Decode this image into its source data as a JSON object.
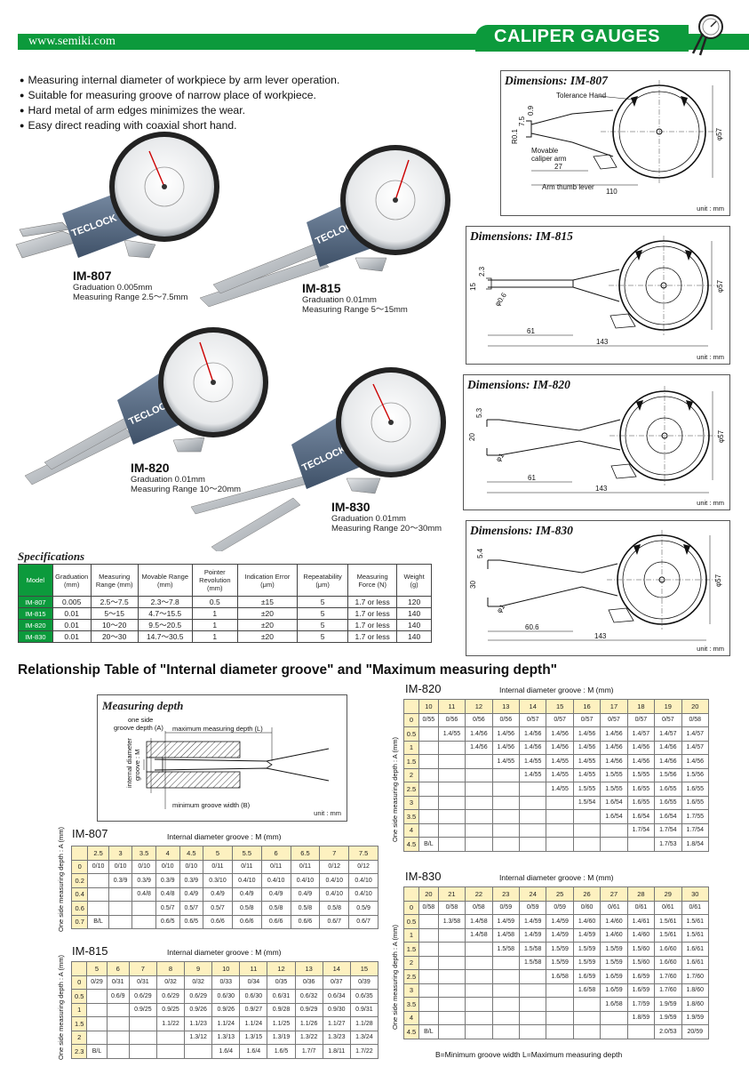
{
  "header": {
    "url": "www.semiki.com",
    "section_title": "CALIPER GAUGES",
    "brand_color": "#0c9a3c",
    "logo_icon": "caliper-gauge-icon"
  },
  "features": [
    "Measuring internal diameter of workpiece by arm lever operation.",
    "Suitable for measuring groove of narrow place of workpiece.",
    "Hard metal of arm edges minimizes the wear.",
    "Easy direct reading with coaxial short hand."
  ],
  "products": [
    {
      "model": "IM-807",
      "graduation": "Graduation 0.005mm",
      "range": "Measuring Range 2.5～7.5mm",
      "brand": "TECLOCK"
    },
    {
      "model": "IM-815",
      "graduation": "Graduation 0.01mm",
      "range": "Measuring Range 5～15mm",
      "brand": "TECLOCK"
    },
    {
      "model": "IM-820",
      "graduation": "Graduation 0.01mm",
      "range": "Measuring Range 10～20mm",
      "brand": "TECLOCK"
    },
    {
      "model": "IM-830",
      "graduation": "Graduation 0.01mm",
      "range": "Measuring Range 20～30mm",
      "brand": "TECLOCK"
    }
  ],
  "dimensions": {
    "unit": "unit : mm",
    "im807": {
      "title": "Dimensions: IM-807",
      "tolerance_hand": "Tolerance Hand",
      "movable_arm_1": "Movable",
      "movable_arm_2": "caliper arm",
      "thumb_lever": "Arm thumb lever",
      "d1": "R0.1",
      "d2": "7.5",
      "d3": "0.9",
      "d4": "27",
      "d5": "110",
      "d6": "φ57"
    },
    "im815": {
      "title": "Dimensions: IM-815",
      "d1": "2.3",
      "d2": "15",
      "d3": "φ0.6",
      "d4": "61",
      "d5": "143",
      "d6": "φ57"
    },
    "im820": {
      "title": "Dimensions: IM-820",
      "d1": "5.3",
      "d2": "20",
      "d3": "φ1",
      "d4": "61",
      "d5": "143",
      "d6": "φ57"
    },
    "im830": {
      "title": "Dimensions: IM-830",
      "d1": "5.4",
      "d2": "30",
      "d3": "φ1",
      "d4": "60.6",
      "d5": "143",
      "d6": "φ57"
    }
  },
  "specifications": {
    "title": "Specifications",
    "headers": [
      "Model",
      "Graduation (mm)",
      "Measuring Range (mm)",
      "Movable Range (mm)",
      "Pointer Revolution (mm)",
      "Indication Error (μm)",
      "Repeatability (μm)",
      "Measuring Force (N)",
      "Weight (g)"
    ],
    "rows": [
      [
        "IM-807",
        "0.005",
        "2.5～7.5",
        "2.3～7.8",
        "0.5",
        "±15",
        "5",
        "1.7 or less",
        "120"
      ],
      [
        "IM-815",
        "0.01",
        "5～15",
        "4.7～15.5",
        "1",
        "±20",
        "5",
        "1.7 or less",
        "140"
      ],
      [
        "IM-820",
        "0.01",
        "10～20",
        "9.5～20.5",
        "1",
        "±20",
        "5",
        "1.7 or less",
        "140"
      ],
      [
        "IM-830",
        "0.01",
        "20～30",
        "14.7～30.5",
        "1",
        "±20",
        "5",
        "1.7 or less",
        "140"
      ]
    ]
  },
  "relationship_title": "Relationship Table of \"Internal diameter groove\" and \"Maximum measuring depth\"",
  "measuring_depth": {
    "title": "Measuring depth",
    "one_side_1": "one side",
    "one_side_2": "groove depth (A)",
    "max_depth": "maximum measuring depth (L)",
    "internal_1": "internal diameter",
    "internal_2": "groove : M",
    "min_width": "minimum groove width (B)",
    "unit": "unit : mm"
  },
  "groove_tables": {
    "x_label": "Internal diameter groove : M (mm)",
    "y_label": "One side measuring depth : A (mm)",
    "im807": {
      "title": "IM-807",
      "cols": [
        "2.5",
        "3",
        "3.5",
        "4",
        "4.5",
        "5",
        "5.5",
        "6",
        "6.5",
        "7",
        "7.5"
      ],
      "rows": [
        {
          "a": "0",
          "v": [
            "0/10",
            "0/10",
            "0/10",
            "0/10",
            "0/10",
            "0/11",
            "0/11",
            "0/11",
            "0/11",
            "0/12",
            "0/12"
          ]
        },
        {
          "a": "0.2",
          "v": [
            "",
            "0.3/9",
            "0.3/9",
            "0.3/9",
            "0.3/9",
            "0.3/10",
            "0.4/10",
            "0.4/10",
            "0.4/10",
            "0.4/10",
            "0.4/10"
          ]
        },
        {
          "a": "0.4",
          "v": [
            "",
            "",
            "0.4/8",
            "0.4/8",
            "0.4/9",
            "0.4/9",
            "0.4/9",
            "0.4/9",
            "0.4/9",
            "0.4/10",
            "0.4/10"
          ]
        },
        {
          "a": "0.6",
          "v": [
            "",
            "",
            "",
            "0.5/7",
            "0.5/7",
            "0.5/7",
            "0.5/8",
            "0.5/8",
            "0.5/8",
            "0.5/8",
            "0.5/9"
          ]
        },
        {
          "a": "0.7",
          "v": [
            "B/L",
            "",
            "",
            "0.6/5",
            "0.6/5",
            "0.6/6",
            "0.6/6",
            "0.6/6",
            "0.6/6",
            "0.6/7",
            "0.6/7"
          ]
        }
      ]
    },
    "im815": {
      "title": "IM-815",
      "cols": [
        "5",
        "6",
        "7",
        "8",
        "9",
        "10",
        "11",
        "12",
        "13",
        "14",
        "15"
      ],
      "rows": [
        {
          "a": "0",
          "v": [
            "0/29",
            "0/31",
            "0/31",
            "0/32",
            "0/32",
            "0/33",
            "0/34",
            "0/35",
            "0/36",
            "0/37",
            "0/39"
          ]
        },
        {
          "a": "0.5",
          "v": [
            "",
            "0.6/9",
            "0.6/29",
            "0.6/29",
            "0.6/29",
            "0.6/30",
            "0.6/30",
            "0.6/31",
            "0.6/32",
            "0.6/34",
            "0.6/35"
          ]
        },
        {
          "a": "1",
          "v": [
            "",
            "",
            "0.9/25",
            "0.9/25",
            "0.9/26",
            "0.9/26",
            "0.9/27",
            "0.9/28",
            "0.9/29",
            "0.9/30",
            "0.9/31"
          ]
        },
        {
          "a": "1.5",
          "v": [
            "",
            "",
            "",
            "1.1/22",
            "1.1/23",
            "1.1/24",
            "1.1/24",
            "1.1/25",
            "1.1/26",
            "1.1/27",
            "1.1/28"
          ]
        },
        {
          "a": "2",
          "v": [
            "",
            "",
            "",
            "",
            "1.3/12",
            "1.3/13",
            "1.3/15",
            "1.3/19",
            "1.3/22",
            "1.3/23",
            "1.3/24"
          ]
        },
        {
          "a": "2.3",
          "v": [
            "B/L",
            "",
            "",
            "",
            "",
            "1.6/4",
            "1.6/4",
            "1.6/5",
            "1.7/7",
            "1.8/11",
            "1.7/22"
          ]
        }
      ]
    },
    "im820": {
      "title": "IM-820",
      "cols": [
        "10",
        "11",
        "12",
        "13",
        "14",
        "15",
        "16",
        "17",
        "18",
        "19",
        "20"
      ],
      "rows": [
        {
          "a": "0",
          "v": [
            "0/55",
            "0/56",
            "0/56",
            "0/56",
            "0/57",
            "0/57",
            "0/57",
            "0/57",
            "0/57",
            "0/57",
            "0/58"
          ]
        },
        {
          "a": "0.5",
          "v": [
            "",
            "1.4/55",
            "1.4/56",
            "1.4/56",
            "1.4/56",
            "1.4/56",
            "1.4/56",
            "1.4/56",
            "1.4/57",
            "1.4/57",
            "1.4/57"
          ]
        },
        {
          "a": "1",
          "v": [
            "",
            "",
            "1.4/56",
            "1.4/56",
            "1.4/56",
            "1.4/56",
            "1.4/56",
            "1.4/56",
            "1.4/56",
            "1.4/56",
            "1.4/57"
          ]
        },
        {
          "a": "1.5",
          "v": [
            "",
            "",
            "",
            "1.4/55",
            "1.4/55",
            "1.4/55",
            "1.4/55",
            "1.4/56",
            "1.4/56",
            "1.4/56",
            "1.4/56"
          ]
        },
        {
          "a": "2",
          "v": [
            "",
            "",
            "",
            "",
            "1.4/55",
            "1.4/55",
            "1.4/55",
            "1.5/55",
            "1.5/55",
            "1.5/56",
            "1.5/56"
          ]
        },
        {
          "a": "2.5",
          "v": [
            "",
            "",
            "",
            "",
            "",
            "1.4/55",
            "1.5/55",
            "1.5/55",
            "1.6/55",
            "1.6/55",
            "1.6/55"
          ]
        },
        {
          "a": "3",
          "v": [
            "",
            "",
            "",
            "",
            "",
            "",
            "1.5/54",
            "1.6/54",
            "1.6/55",
            "1.6/55",
            "1.6/55"
          ]
        },
        {
          "a": "3.5",
          "v": [
            "",
            "",
            "",
            "",
            "",
            "",
            "",
            "1.6/54",
            "1.6/54",
            "1.6/54",
            "1.7/55"
          ]
        },
        {
          "a": "4",
          "v": [
            "",
            "",
            "",
            "",
            "",
            "",
            "",
            "",
            "1.7/54",
            "1.7/54",
            "1.7/54"
          ]
        },
        {
          "a": "4.5",
          "v": [
            "B/L",
            "",
            "",
            "",
            "",
            "",
            "",
            "",
            "",
            "1.7/53",
            "1.8/54"
          ]
        }
      ]
    },
    "im830": {
      "title": "IM-830",
      "cols": [
        "20",
        "21",
        "22",
        "23",
        "24",
        "25",
        "26",
        "27",
        "28",
        "29",
        "30"
      ],
      "rows": [
        {
          "a": "0",
          "v": [
            "0/58",
            "0/58",
            "0/58",
            "0/59",
            "0/59",
            "0/59",
            "0/60",
            "0/61",
            "0/61",
            "0/61",
            "0/61"
          ]
        },
        {
          "a": "0.5",
          "v": [
            "",
            "1.3/58",
            "1.4/58",
            "1.4/59",
            "1.4/59",
            "1.4/59",
            "1.4/60",
            "1.4/60",
            "1.4/61",
            "1.5/61",
            "1.5/61"
          ]
        },
        {
          "a": "1",
          "v": [
            "",
            "",
            "1.4/58",
            "1.4/58",
            "1.4/59",
            "1.4/59",
            "1.4/59",
            "1.4/60",
            "1.4/60",
            "1.5/61",
            "1.5/61"
          ]
        },
        {
          "a": "1.5",
          "v": [
            "",
            "",
            "",
            "1.5/58",
            "1.5/58",
            "1.5/59",
            "1.5/59",
            "1.5/59",
            "1.5/60",
            "1.6/60",
            "1.6/61"
          ]
        },
        {
          "a": "2",
          "v": [
            "",
            "",
            "",
            "",
            "1.5/58",
            "1.5/59",
            "1.5/59",
            "1.5/59",
            "1.5/60",
            "1.6/60",
            "1.6/61"
          ]
        },
        {
          "a": "2.5",
          "v": [
            "",
            "",
            "",
            "",
            "",
            "1.6/58",
            "1.6/59",
            "1.6/59",
            "1.6/59",
            "1.7/60",
            "1.7/60"
          ]
        },
        {
          "a": "3",
          "v": [
            "",
            "",
            "",
            "",
            "",
            "",
            "1.6/58",
            "1.6/59",
            "1.6/59",
            "1.7/60",
            "1.8/60"
          ]
        },
        {
          "a": "3.5",
          "v": [
            "",
            "",
            "",
            "",
            "",
            "",
            "",
            "1.6/58",
            "1.7/59",
            "1.9/59",
            "1.8/60"
          ]
        },
        {
          "a": "4",
          "v": [
            "",
            "",
            "",
            "",
            "",
            "",
            "",
            "",
            "1.8/59",
            "1.9/59",
            "1.9/59"
          ]
        },
        {
          "a": "4.5",
          "v": [
            "B/L",
            "",
            "",
            "",
            "",
            "",
            "",
            "",
            "",
            "2.0/53",
            "20/59"
          ]
        }
      ]
    }
  },
  "legend": "B=Minimum groove width   L=Maximum measuring depth"
}
